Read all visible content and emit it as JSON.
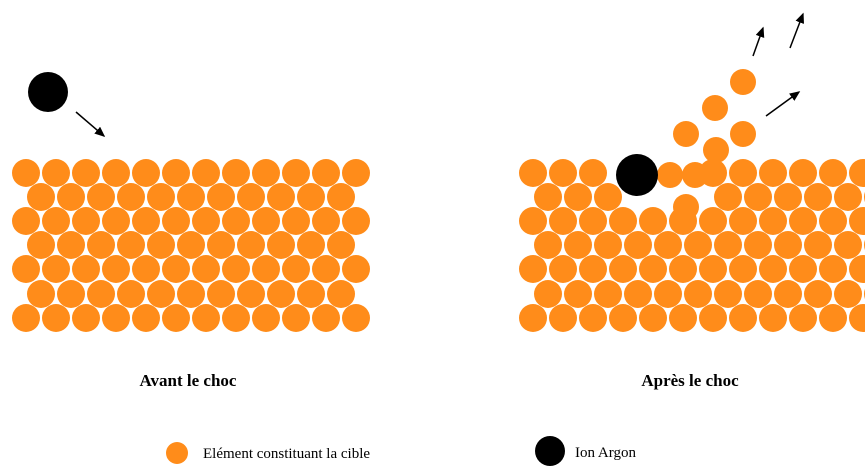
{
  "panels": {
    "before": {
      "caption": "Avant le choc"
    },
    "after": {
      "caption": "Après le choc"
    }
  },
  "legend": {
    "target_label": "Elément constituant la cible",
    "ion_label": "Ion Argon"
  },
  "colors": {
    "target_atom": "#FF8C1A",
    "ion": "#000000",
    "arrow": "#000000",
    "background": "#FFFFFF"
  }
}
